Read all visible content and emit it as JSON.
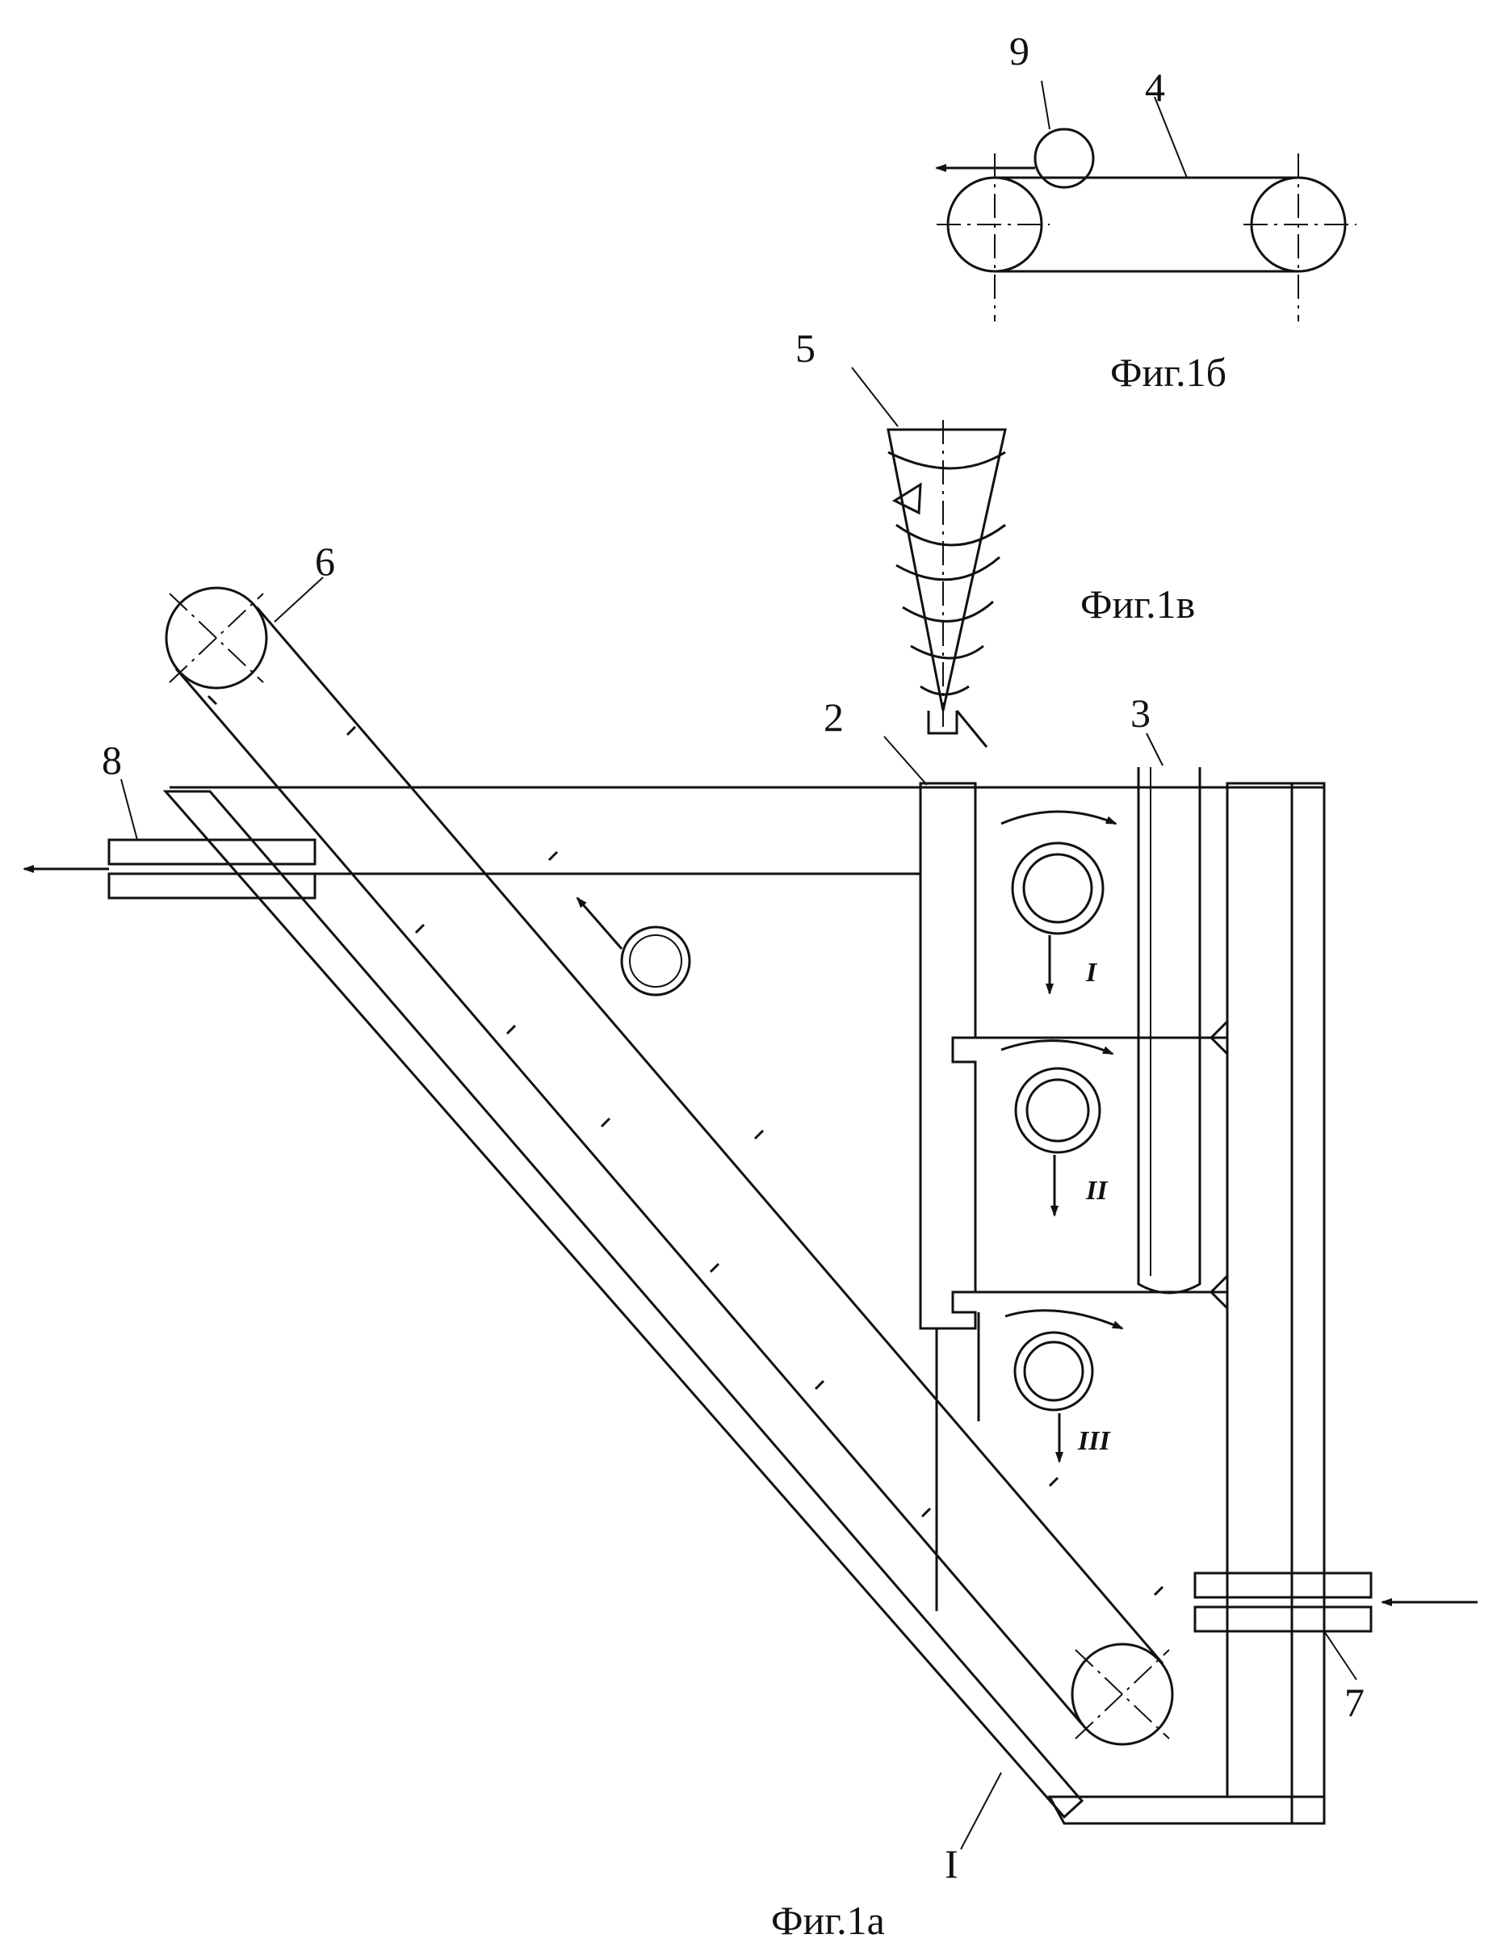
{
  "labels": {
    "n1": "I",
    "n2": "2",
    "n3": "3",
    "n4": "4",
    "n5": "5",
    "n6": "6",
    "n7": "7",
    "n8": "8",
    "n9": "9"
  },
  "zones": {
    "z1": "I",
    "z2": "II",
    "z3": "III"
  },
  "captions": {
    "fig1a": "Фиг.1а",
    "fig1b": "Фиг.1б",
    "fig1v": "Фиг.1в"
  },
  "colors": {
    "ink": "#111111",
    "paper": "#ffffff"
  }
}
